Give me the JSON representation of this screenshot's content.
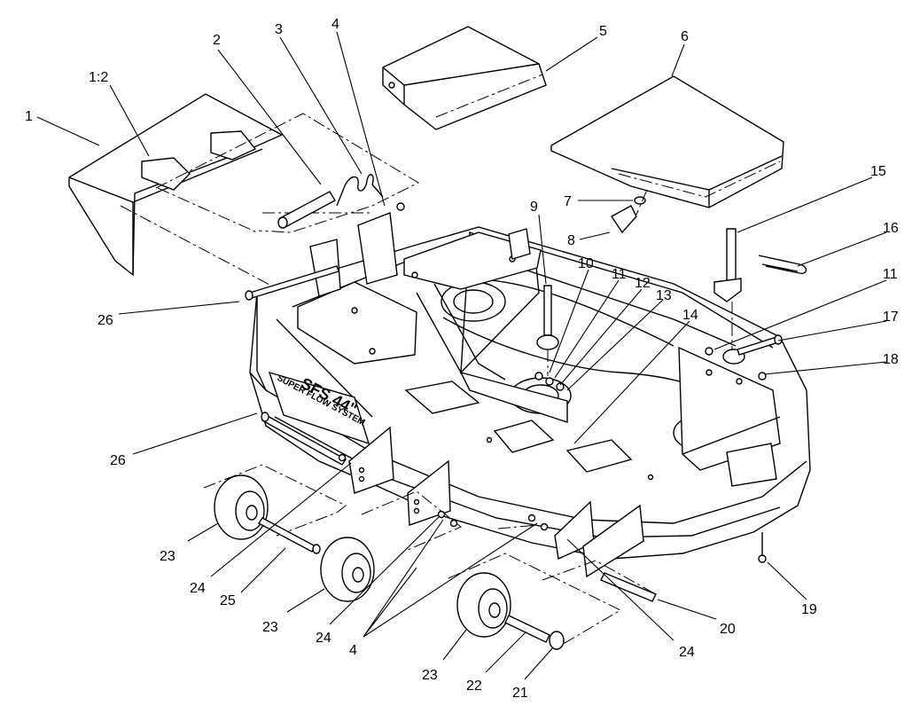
{
  "callouts": [
    {
      "id": "c-1",
      "text": "1"
    },
    {
      "id": "c-1-2",
      "text": "1:2"
    },
    {
      "id": "c-2",
      "text": "2"
    },
    {
      "id": "c-3",
      "text": "3"
    },
    {
      "id": "c-4-top",
      "text": "4"
    },
    {
      "id": "c-5",
      "text": "5"
    },
    {
      "id": "c-6",
      "text": "6"
    },
    {
      "id": "c-7",
      "text": "7"
    },
    {
      "id": "c-8",
      "text": "8"
    },
    {
      "id": "c-9",
      "text": "9"
    },
    {
      "id": "c-10",
      "text": "10"
    },
    {
      "id": "c-11-a",
      "text": "11"
    },
    {
      "id": "c-12",
      "text": "12"
    },
    {
      "id": "c-13",
      "text": "13"
    },
    {
      "id": "c-14",
      "text": "14"
    },
    {
      "id": "c-15",
      "text": "15"
    },
    {
      "id": "c-16",
      "text": "16"
    },
    {
      "id": "c-11-b",
      "text": "11"
    },
    {
      "id": "c-17",
      "text": "17"
    },
    {
      "id": "c-18",
      "text": "18"
    },
    {
      "id": "c-26-a",
      "text": "26"
    },
    {
      "id": "c-26-b",
      "text": "26"
    },
    {
      "id": "c-23-a",
      "text": "23"
    },
    {
      "id": "c-24-a",
      "text": "24"
    },
    {
      "id": "c-25",
      "text": "25"
    },
    {
      "id": "c-23-b",
      "text": "23"
    },
    {
      "id": "c-24-b",
      "text": "24"
    },
    {
      "id": "c-4-bottom",
      "text": "4"
    },
    {
      "id": "c-23-c",
      "text": "23"
    },
    {
      "id": "c-22",
      "text": "22"
    },
    {
      "id": "c-21",
      "text": "21"
    },
    {
      "id": "c-24-c",
      "text": "24"
    },
    {
      "id": "c-20",
      "text": "20"
    },
    {
      "id": "c-19",
      "text": "19"
    }
  ],
  "decal": {
    "model": "SFS 44\"",
    "system": "SUPER FLOW SYSTEM"
  }
}
